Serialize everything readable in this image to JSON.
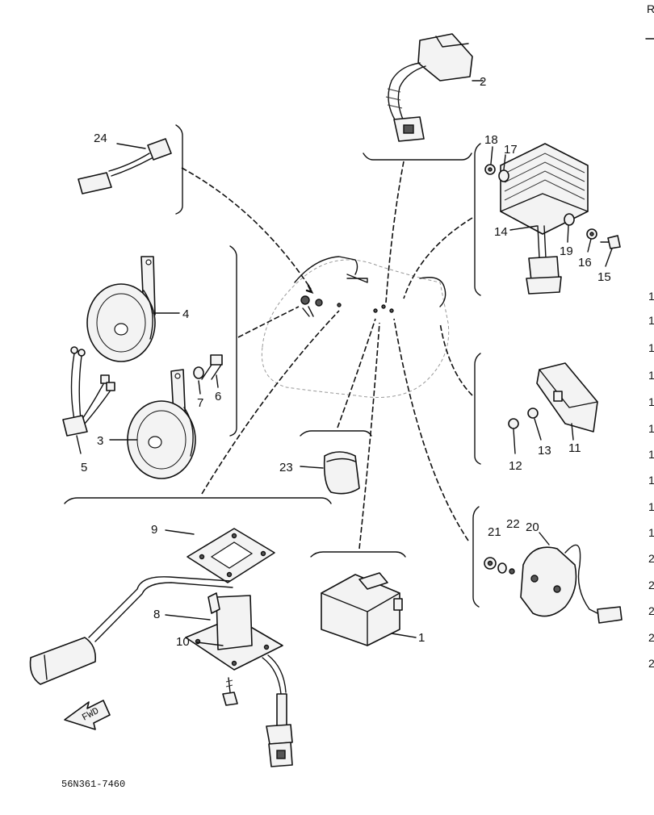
{
  "diagram": {
    "callouts": [
      "1",
      "2",
      "3",
      "4",
      "5",
      "6",
      "7",
      "8",
      "9",
      "10",
      "11",
      "12",
      "13",
      "14",
      "15",
      "16",
      "17",
      "18",
      "19",
      "20",
      "21",
      "22",
      "23",
      "24"
    ],
    "drawing_code": "56N361-7460",
    "fwd_label": "FWD",
    "edge_fragments": {
      "top": "R",
      "list": [
        "1",
        "1",
        "1",
        "1",
        "1",
        "1",
        "1",
        "1",
        "1",
        "1",
        "2",
        "2",
        "2",
        "2",
        "2"
      ]
    }
  }
}
